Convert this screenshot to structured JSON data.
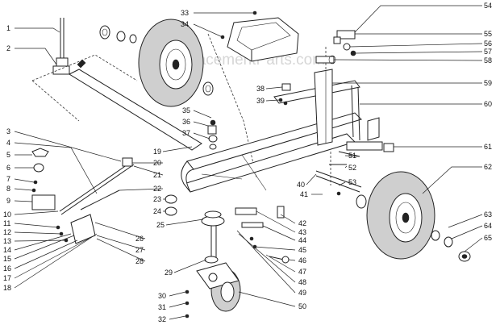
{
  "watermark": "eReplacementParts.com",
  "callouts": {
    "left": [
      "1",
      "2",
      "3",
      "4",
      "5",
      "6",
      "7",
      "8",
      "9",
      "10",
      "11",
      "12",
      "13",
      "14",
      "15",
      "16",
      "17",
      "18"
    ],
    "top_center": [
      "33",
      "34"
    ],
    "right": [
      "54",
      "55",
      "56",
      "57",
      "58",
      "59",
      "60",
      "61",
      "62",
      "63",
      "64",
      "65"
    ],
    "mid": [
      "19",
      "20",
      "21",
      "22",
      "23",
      "24",
      "25",
      "26",
      "27",
      "28",
      "29",
      "30",
      "31",
      "32",
      "35",
      "36",
      "37",
      "38",
      "39",
      "40",
      "41",
      "42",
      "43",
      "44",
      "45",
      "46",
      "47",
      "48",
      "49",
      "50",
      "51",
      "52",
      "53"
    ]
  }
}
